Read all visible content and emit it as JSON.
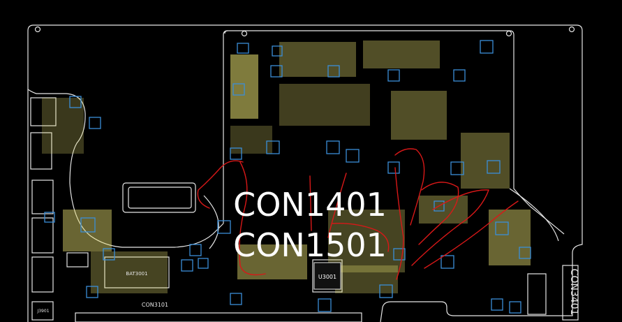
{
  "viewer": {
    "background": "#000000",
    "outline_color": "#e6e6e6",
    "component_color": "#e8e070",
    "pad_color": "#3a8ed8",
    "markup_color": "#d81818"
  },
  "labels": {
    "connector_a": "CON1401",
    "connector_b": "CON1501",
    "chip_center": "U3001",
    "connector_bottom": "CON3101",
    "battery": "BAT3001",
    "chip_left": "J3901",
    "connector_right": "CON3401"
  },
  "markup": {
    "description_icon": "red-freehand-strokes"
  }
}
